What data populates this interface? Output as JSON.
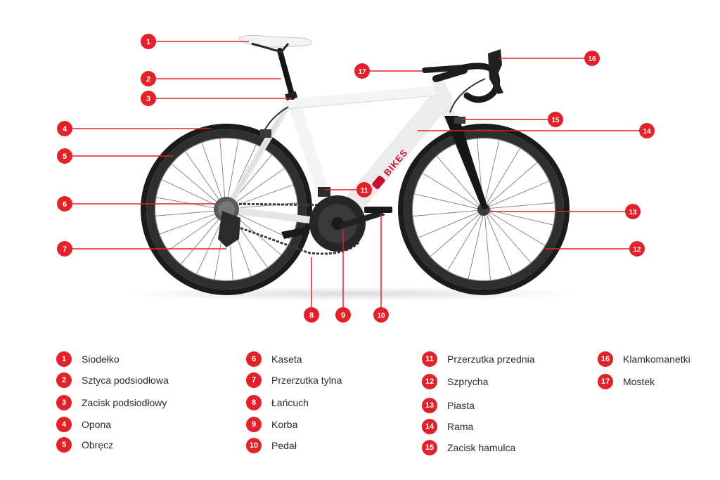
{
  "colors": {
    "callout": "#e2212b",
    "frame": "#f1f1f1",
    "tire": "#1b1b1b",
    "component": "#2b2b2b",
    "brand": "#c8102e"
  },
  "bike": {
    "brand_text": "BIKES",
    "logo": "logo-mark"
  },
  "parts": [
    {
      "num": "1",
      "label": "Siodełko"
    },
    {
      "num": "2",
      "label": "Sztyca podsiodłowa"
    },
    {
      "num": "3",
      "label": "Zacisk podsiodłowy"
    },
    {
      "num": "4",
      "label": "Opona"
    },
    {
      "num": "5",
      "label": "Obręcz"
    },
    {
      "num": "6",
      "label": "Kaseta"
    },
    {
      "num": "7",
      "label": "Przerzutka tylna"
    },
    {
      "num": "8",
      "label": "Łańcuch"
    },
    {
      "num": "9",
      "label": "Korba"
    },
    {
      "num": "10",
      "label": "Pedał"
    },
    {
      "num": "11",
      "label": "Przerzutka przednia"
    },
    {
      "num": "12",
      "label": "Szprycha"
    },
    {
      "num": "13",
      "label": "Piasta"
    },
    {
      "num": "14",
      "label": "Rama"
    },
    {
      "num": "15",
      "label": "Zacisk hamulca"
    },
    {
      "num": "16",
      "label": "Klamkomanetki"
    },
    {
      "num": "17",
      "label": "Mostek"
    }
  ]
}
